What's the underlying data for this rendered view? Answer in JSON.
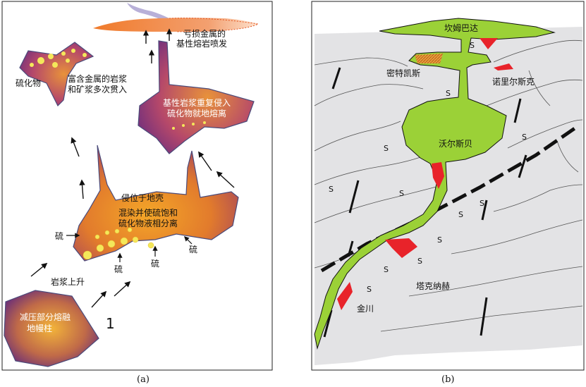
{
  "panel_a": {
    "caption": "(a)",
    "labels": {
      "sulfide": "硫化物",
      "metal_rich": [
        "富含金属的岩浆",
        "和矿浆多次贯入"
      ],
      "eruption": [
        "亏损金属的",
        "基性熔岩喷发"
      ],
      "reinjection": [
        "基性岩浆重复侵入",
        "硫化物就地熔离"
      ],
      "emplacement": "侵位于地壳",
      "contamination": [
        "混染并使硫饱和",
        "硫化物液相分离"
      ],
      "sulfur": "硫",
      "ascent": "岩浆上升",
      "mantle": [
        "减压部分熔融",
        "地幔柱"
      ],
      "number": "1"
    }
  },
  "panel_b": {
    "caption": "(b)",
    "labels": {
      "kanmubada": "坎姆巴达",
      "mitekaisi": "密特凯斯",
      "zhulierske": "诺里尔斯克",
      "woerse": "沃尔斯贝",
      "takena": "塔克纳赫",
      "jinchuan": "金川",
      "s": "S"
    }
  }
}
